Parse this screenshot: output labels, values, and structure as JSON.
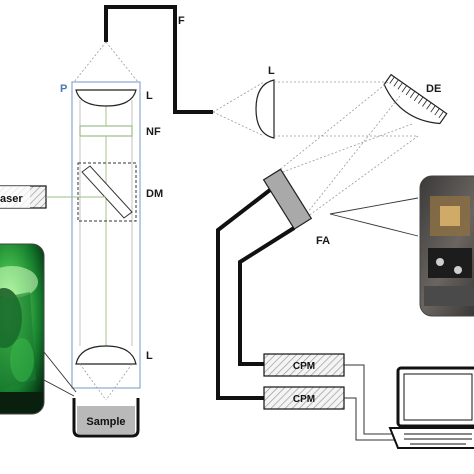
{
  "labels": {
    "fiber": "F",
    "probe": "P",
    "lens": "L",
    "notch_filter": "NF",
    "dichroic_mirror": "DM",
    "laser": "aser",
    "sample": "Sample",
    "diffraction_element": "DE",
    "focal_array": "FA",
    "cpm_top": "CPM",
    "cpm_bottom": "CPM"
  },
  "colors": {
    "probe_outline": "#8aa9cf",
    "laser_beam": "#9bbf86",
    "scatter_ray": "#9a9a9a",
    "fiber": "#111111",
    "photo_green": "#2fa84a"
  }
}
